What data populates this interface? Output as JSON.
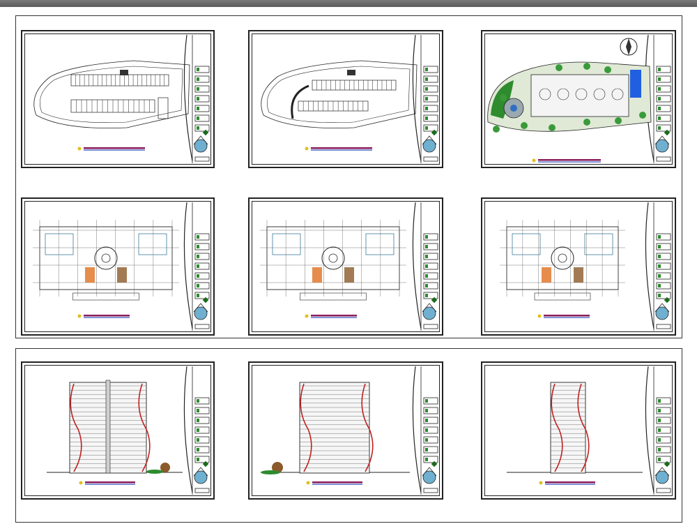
{
  "sheets": [
    {
      "id": "site-plan-a",
      "kind": "site"
    },
    {
      "id": "site-plan-b",
      "kind": "site-curve"
    },
    {
      "id": "landscape-plan",
      "kind": "landscape"
    },
    {
      "id": "floor-plan-a",
      "kind": "floor"
    },
    {
      "id": "floor-plan-b",
      "kind": "floor"
    },
    {
      "id": "floor-plan-c",
      "kind": "floor-small"
    },
    {
      "id": "elevation-front",
      "kind": "elev-wide"
    },
    {
      "id": "elevation-side",
      "kind": "elev-mid"
    },
    {
      "id": "elevation-narrow",
      "kind": "elev-narrow"
    }
  ],
  "colors": {
    "line": "#222222",
    "titlebar": "#8b1c5a",
    "scalebar": "#3050c0",
    "grass": "#2e8b2e",
    "water": "#2060e0",
    "accent_orange": "#e07020",
    "accent_red": "#c02020",
    "accent_brown": "#8b5a2b"
  }
}
